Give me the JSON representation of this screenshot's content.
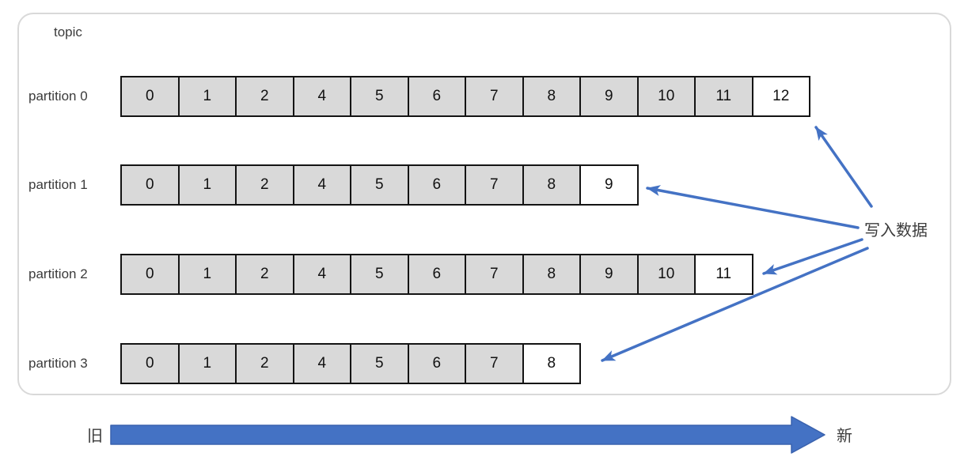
{
  "topic": {
    "label": "topic"
  },
  "partitions": [
    {
      "label": "partition 0",
      "filled_cells": [
        "0",
        "1",
        "2",
        "4",
        "5",
        "6",
        "7",
        "8",
        "9",
        "10",
        "11"
      ],
      "new_cell": "12"
    },
    {
      "label": "partition 1",
      "filled_cells": [
        "0",
        "1",
        "2",
        "4",
        "5",
        "6",
        "7",
        "8"
      ],
      "new_cell": "9"
    },
    {
      "label": "partition 2",
      "filled_cells": [
        "0",
        "1",
        "2",
        "4",
        "5",
        "6",
        "7",
        "8",
        "9",
        "10"
      ],
      "new_cell": "11"
    },
    {
      "label": "partition 3",
      "filled_cells": [
        "0",
        "1",
        "2",
        "4",
        "5",
        "6",
        "7"
      ],
      "new_cell": "8"
    }
  ],
  "annotations": {
    "write_label": "写入数据",
    "old_label": "旧",
    "new_label": "新"
  },
  "colors": {
    "accent_blue": "#4472C4",
    "accent_blue_dark": "#3A62AE",
    "cell_fill": "#D9D9D9",
    "cell_border": "#141414",
    "container_border": "#D9D9D9",
    "text": "#3B3B3B"
  }
}
